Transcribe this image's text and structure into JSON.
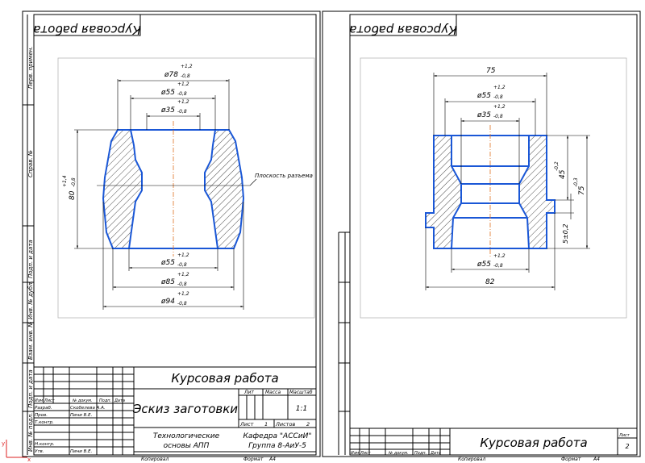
{
  "sheet1": {
    "stamp_mirrored": "Курсовая работа",
    "side_labels": [
      "Перв. примен.",
      "Справ. №",
      "Подп. и дата",
      "Инв. № дубл.",
      "Взам. инв. №",
      "Подп. и дата",
      "Инв. № подл."
    ],
    "dims": {
      "d78": "ø78",
      "d78_tol": "+1,2",
      "d78_tol_lo": "-0,8",
      "d55": "ø55",
      "d55_tol": "+1,2",
      "d55_tol_lo": "-0,8",
      "d35": "ø35",
      "d35_tol": "+1,2",
      "d35_tol_lo": "-0,8",
      "d55b": "ø55",
      "d55b_tol": "+1,2",
      "d55b_tol_lo": "-0,8",
      "d85": "ø85",
      "d85_tol": "+1,2",
      "d85_tol_lo": "-0,8",
      "d94": "ø94",
      "d94_tol": "+1,2",
      "d94_tol_lo": "-0,8",
      "h80": "80",
      "h80_tol": "+1,4",
      "h80_tol_lo": "-0,8"
    },
    "parting_label": "Плоскость разъема",
    "title_block": {
      "doc_title": "Курсовая работа",
      "drawing_name": "Эскиз заготовки",
      "subject_line1": "Технологические",
      "subject_line2": "основы АПП",
      "dept_line1": "Кафедра \"АССиИ\"",
      "dept_line2": "Группа 8-АиУ-5",
      "lit": "Лит",
      "mass": "Масса",
      "scale": "Масштаб",
      "scale_val": "1:1",
      "sheet": "Лист",
      "sheet_val": "1",
      "sheets": "Листов",
      "sheets_val": "2",
      "head_izm": "Изм",
      "head_list": "Лист",
      "head_doc": "№ докум.",
      "head_sign": "Подп.",
      "head_date": "Дата",
      "razrab": "Разраб.",
      "razrab_name": "Скобелева А.А.",
      "prov": "Пров.",
      "prov_name": "Пини В.Е.",
      "tkontr": "Т.контр.",
      "nkontr": "Н.контр.",
      "utv": "Утв.",
      "utv_name": "Пини В.Е.",
      "copied": "Копировал",
      "format": "Формат",
      "format_val": "А4"
    }
  },
  "sheet2": {
    "stamp_mirrored": "Курсовая работа",
    "dims": {
      "w75": "75",
      "d55": "ø55",
      "d55_tol": "+1,2",
      "d55_tol_lo": "-0,8",
      "d35": "ø35",
      "d35_tol": "+1,2",
      "d35_tol_lo": "-0,8",
      "d55b": "ø55",
      "d55b_tol": "+1,2",
      "d55b_tol_lo": "-0,8",
      "w82": "82",
      "h45": "45",
      "h45_tol": "-0,2",
      "h75": "75",
      "h75_tol": "-0,3",
      "h5": "5±0,2"
    },
    "title_block": {
      "doc_title": "Курсовая работа",
      "head_izm": "Изм",
      "head_list": "Лист",
      "head_doc": "№ докум.",
      "head_sign": "Подп.",
      "head_date": "Дата",
      "sheet": "Лист",
      "sheet_val": "2",
      "copied": "Копировал",
      "format": "Формат",
      "format_val": "А4"
    }
  },
  "origin_axes": {
    "x": "x",
    "y": "y"
  },
  "colors": {
    "contour": "#1a57d6",
    "axis": "#e07020",
    "frame": "#000000",
    "view_box": "#b8b8b8"
  }
}
